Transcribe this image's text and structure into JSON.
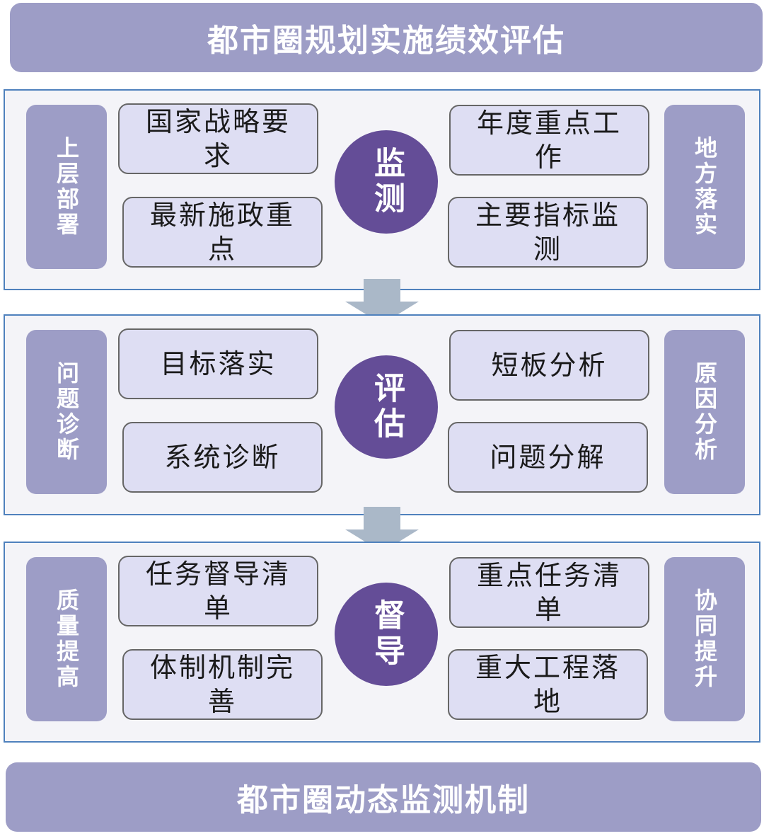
{
  "header": {
    "title": "都市圈规划实施绩效评估"
  },
  "footer": {
    "title": "都市圈动态监测机制"
  },
  "sections": [
    {
      "left_label": "上层部署",
      "right_label": "地方落实",
      "center": "监测",
      "left_items": [
        "国家战略要求",
        "最新施政重点"
      ],
      "right_items": [
        "年度重点工作",
        "主要指标监测"
      ]
    },
    {
      "left_label": "问题诊断",
      "right_label": "原因分析",
      "center": "评估",
      "left_items": [
        "目标落实",
        "系统诊断"
      ],
      "right_items": [
        "短板分析",
        "问题分解"
      ]
    },
    {
      "left_label": "质量提高",
      "right_label": "协同提升",
      "center": "督导",
      "left_items": [
        "任务督导清单",
        "体制机制完善"
      ],
      "right_items": [
        "重点任务清单",
        "重大工程落地"
      ]
    }
  ],
  "colors": {
    "banner": "#9d9dc6",
    "center_circle": "#644d97",
    "item_fill": "#dedef3",
    "section_border": "#4f81bd",
    "arrow": "#aab8c8"
  },
  "icons": {
    "arrow": "down-arrow-icon"
  }
}
